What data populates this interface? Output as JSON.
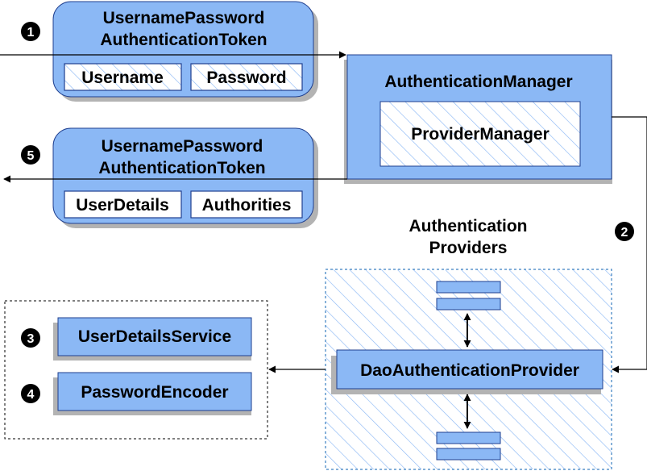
{
  "colors": {
    "box_fill": "#8bb8f5",
    "box_stroke": "#1f3f8f",
    "hatch": "#8bb8f5",
    "shadow": "#b3b3b3",
    "provider_border": "#3a7fc0",
    "arrow": "#000000",
    "badge": "#000000"
  },
  "steps": {
    "s1": "1",
    "s2": "2",
    "s3": "3",
    "s4": "4",
    "s5": "5"
  },
  "token_in": {
    "title_line1": "UsernamePassword",
    "title_line2": "AuthenticationToken",
    "field1": "Username",
    "field2": "Password"
  },
  "token_out": {
    "title_line1": "UsernamePassword",
    "title_line2": "AuthenticationToken",
    "field1": "UserDetails",
    "field2": "Authorities"
  },
  "manager": {
    "title": "AuthenticationManager",
    "inner": "ProviderManager"
  },
  "providers": {
    "heading_line1": "Authentication",
    "heading_line2": "Providers",
    "dao": "DaoAuthenticationProvider"
  },
  "services": {
    "user_details_service": "UserDetailsService",
    "password_encoder": "PasswordEncoder"
  }
}
